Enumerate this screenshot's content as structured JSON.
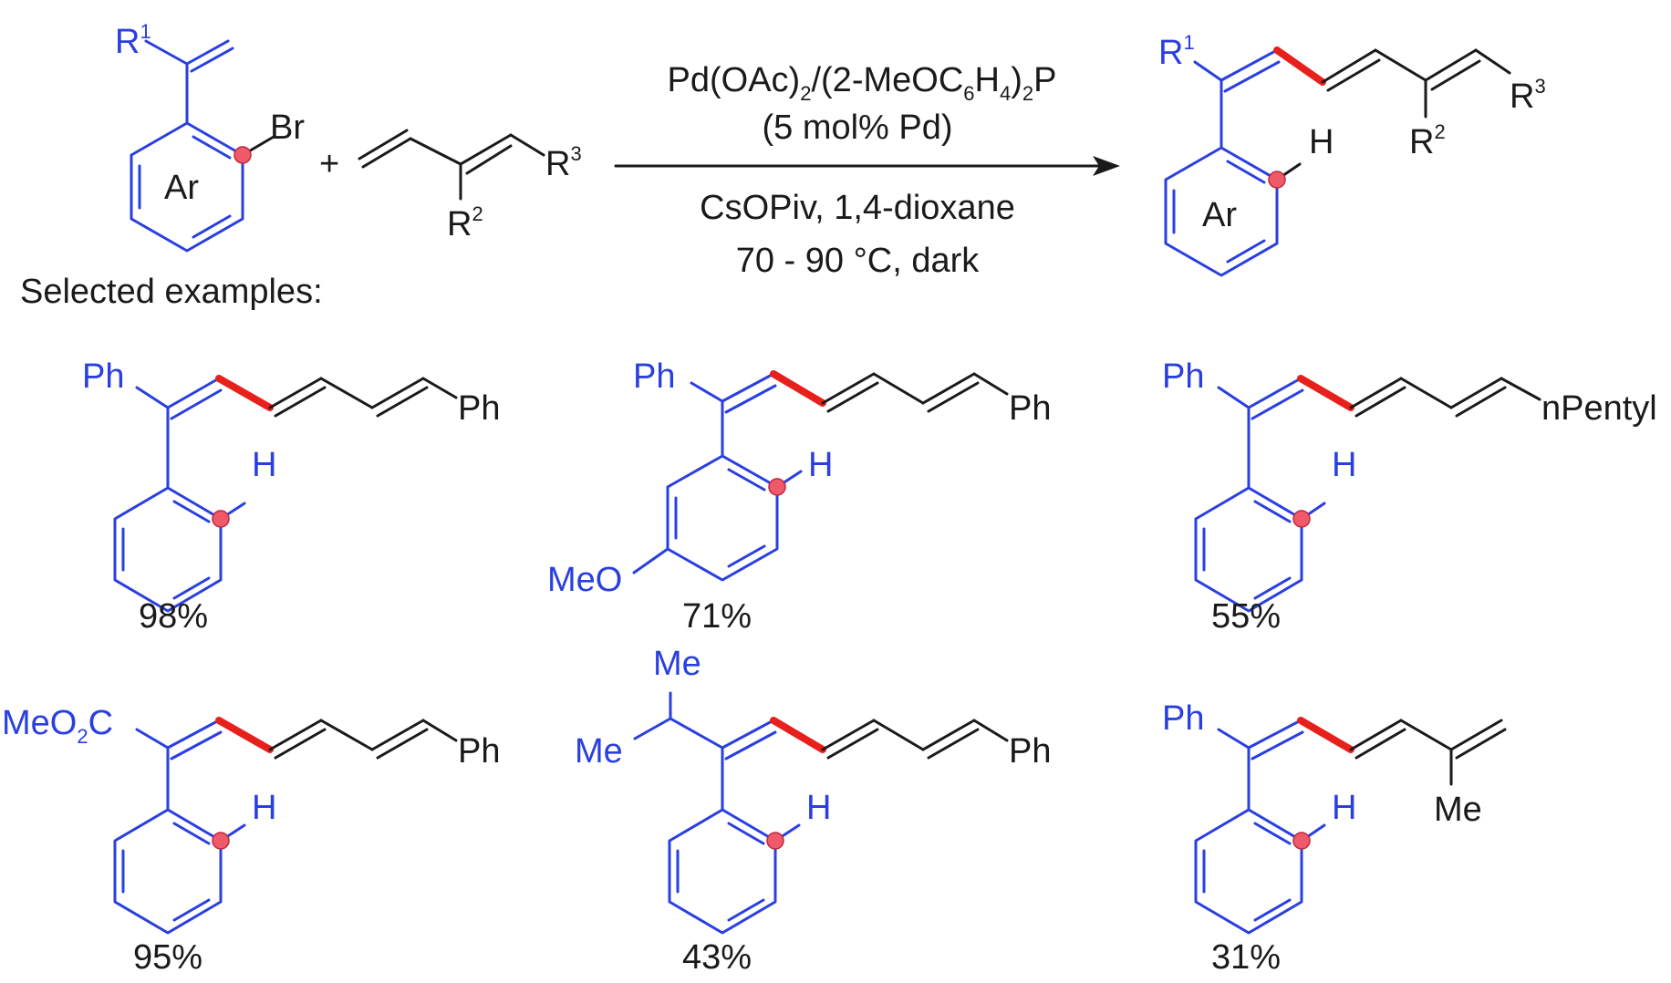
{
  "conditions": {
    "catalyst_pre": "Pd(OAc)",
    "catalyst_sub2a": "2",
    "catalyst_mid": "/(2-MeOC",
    "catalyst_sub6": "6",
    "catalyst_h": "H",
    "catalyst_sub4": "4",
    "catalyst_close": ")",
    "catalyst_sub2b": "2",
    "catalyst_p": "P",
    "loading": "(5 mol% Pd)",
    "base_solvent": "CsOPiv, 1,4-dioxane",
    "temperature": "70 - 90 °C, dark"
  },
  "general": {
    "r": "R",
    "sup1": "1",
    "sup2": "2",
    "sup3": "3",
    "br": "Br",
    "plus": "+",
    "ar": "Ar",
    "h": "H"
  },
  "selected_label": "Selected examples:",
  "groups": {
    "ph": "Ph",
    "h": "H",
    "meo": "MeO",
    "npentyl": "nPentyl",
    "meo2c_pre": "MeO",
    "meo2c_sub": "2",
    "meo2c_c": "C",
    "me": "Me"
  },
  "examples": [
    {
      "yield": "98%"
    },
    {
      "yield": "71%"
    },
    {
      "yield": "55%"
    },
    {
      "yield": "95%"
    },
    {
      "yield": "43%"
    },
    {
      "yield": "31%"
    }
  ],
  "colors": {
    "blue": "#2a3fe0",
    "black": "#1a1a1a",
    "red": "#e8201c"
  }
}
